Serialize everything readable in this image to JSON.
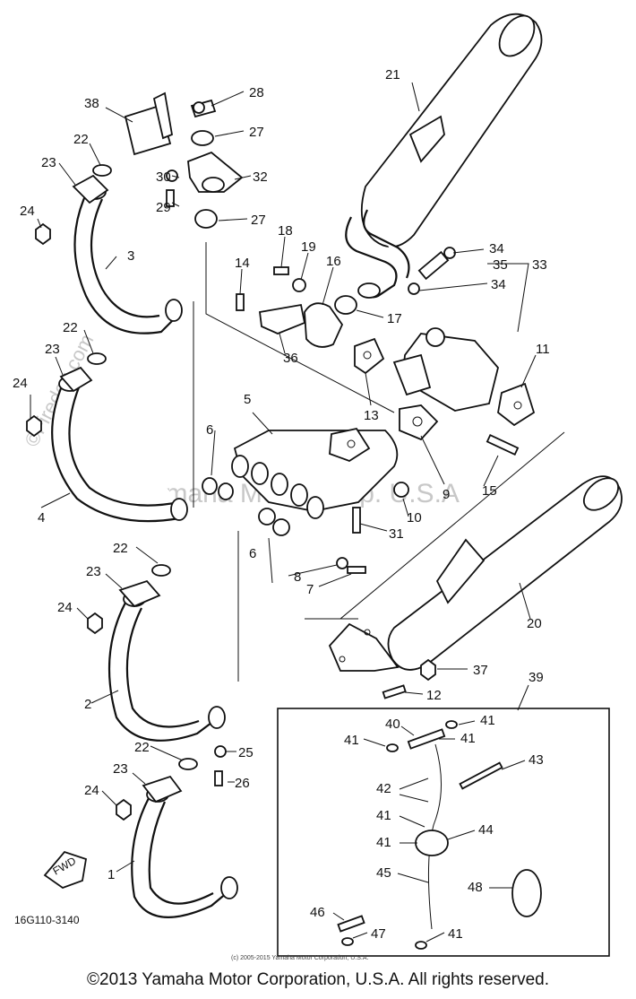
{
  "footer": {
    "copyright": "©2013 Yamaha Motor Corporation, U.S.A. All rights reserved."
  },
  "diagram": {
    "watermark_center": "Yamaha Motor Corp. U.S.A",
    "watermark_side": "©Firedog.com",
    "code": "16G110-3140",
    "fwd_label": "FWD",
    "small_credit": "(c) 2005-2015 Yamaha Motor Corporation, U.S.A.",
    "callouts": {
      "c1": "1",
      "c2": "2",
      "c3": "3",
      "c4": "4",
      "c5": "5",
      "c6a": "6",
      "c6b": "6",
      "c7": "7",
      "c8": "8",
      "c9": "9",
      "c10": "10",
      "c11": "11",
      "c12": "12",
      "c13": "13",
      "c14": "14",
      "c15": "15",
      "c16": "16",
      "c17": "17",
      "c18": "18",
      "c19": "19",
      "c20": "20",
      "c21": "21",
      "c22a": "22",
      "c22b": "22",
      "c22c": "22",
      "c22d": "22",
      "c23a": "23",
      "c23b": "23",
      "c23c": "23",
      "c23d": "23",
      "c24a": "24",
      "c24b": "24",
      "c24c": "24",
      "c24d": "24",
      "c25": "25",
      "c26": "26",
      "c27a": "27",
      "c27b": "27",
      "c28": "28",
      "c29": "29",
      "c30": "30",
      "c31": "31",
      "c32": "32",
      "c33": "33",
      "c34a": "34",
      "c34b": "34",
      "c35": "35",
      "c36": "36",
      "c37": "37",
      "c38": "38",
      "c39": "39",
      "c40": "40",
      "c41a": "41",
      "c41b": "41",
      "c41c": "41",
      "c41d": "41",
      "c41e": "41",
      "c41f": "41",
      "c42": "42",
      "c43": "43",
      "c44": "44",
      "c45": "45",
      "c46": "46",
      "c47": "47",
      "c48": "48"
    }
  }
}
